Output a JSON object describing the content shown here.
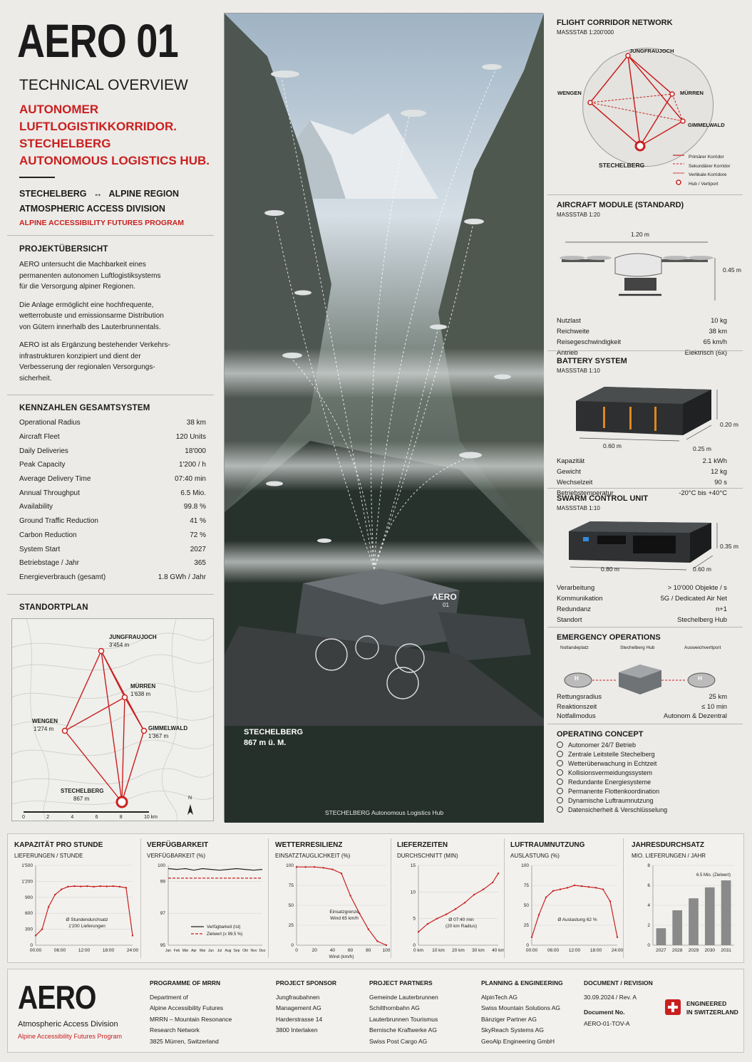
{
  "header": {
    "title": "AERO 01",
    "subtitle": "TECHNICAL OVERVIEW",
    "red_lines": [
      "AUTONOMER",
      "LUFTLOGISTIKKORRIDOR.",
      "STECHELBERG",
      "AUTONOMOUS LOGISTICS HUB."
    ],
    "route_left": "STECHELBERG",
    "route_arrow": "↔",
    "route_right": "ALPINE REGION",
    "division": "ATMOSPHERIC ACCESS DIVISION",
    "program": "ALPINE ACCESSIBILITY FUTURES PROGRAM"
  },
  "overview": {
    "heading": "PROJEKTÜBERSICHT",
    "paragraphs": [
      [
        "AERO untersucht die Machbarkeit eines",
        "permanenten autonomen Luftlogistiksystems",
        "für die Versorgung alpiner Regionen."
      ],
      [
        "Die Anlage ermöglicht eine hochfrequente,",
        "wetterrobuste und emissionsarme Distribution",
        "von Gütern innerhalb des Lauterbrunnentals."
      ],
      [
        "AERO ist als Ergänzung bestehender Verkehrs-",
        "infrastrukturen konzipiert und dient der",
        "Verbesserung der regionalen Versorgungs-",
        "sicherheit."
      ]
    ]
  },
  "kpis": {
    "heading": "KENNZAHLEN GESAMTSYSTEM",
    "rows": [
      {
        "label": "Operational Radius",
        "value": "38 km"
      },
      {
        "label": "Aircraft Fleet",
        "value": "120 Units"
      },
      {
        "label": "Daily Deliveries",
        "value": "18'000"
      },
      {
        "label": "Peak Capacity",
        "value": "1'200 / h"
      },
      {
        "label": "Average Delivery Time",
        "value": "07:40 min"
      },
      {
        "label": "Annual Throughput",
        "value": "6.5 Mio."
      },
      {
        "label": "Availability",
        "value": "99.8 %"
      },
      {
        "label": "Ground Traffic Reduction",
        "value": "41 %"
      },
      {
        "label": "Carbon Reduction",
        "value": "72 %"
      },
      {
        "label": "System Start",
        "value": "2027"
      },
      {
        "label": "Betriebstage / Jahr",
        "value": "365"
      },
      {
        "label": "Energieverbrauch (gesamt)",
        "value": "1.8 GWh / Jahr"
      }
    ]
  },
  "site_plan": {
    "heading": "STANDORTPLAN",
    "places": [
      {
        "name": "JUNGFRAUJOCH",
        "alt": "3'454 m"
      },
      {
        "name": "MÜRREN",
        "alt": "1'638 m"
      },
      {
        "name": "WENGEN",
        "alt": "1'274 m"
      },
      {
        "name": "GIMMELWALD",
        "alt": "1'367 m"
      },
      {
        "name": "STECHELBERG",
        "alt": "867 m"
      }
    ],
    "scale_ticks": [
      "0",
      "2",
      "4",
      "6",
      "8",
      "10 km"
    ],
    "north": "N"
  },
  "photo": {
    "hub_sign_1": "AERO",
    "hub_sign_2": "01",
    "location": "STECHELBERG",
    "elevation": "867 m ü. M.",
    "caption": "STECHELBERG Autonomous Logistics Hub"
  },
  "corridor": {
    "heading": "FLIGHT CORRIDOR NETWORK",
    "scale": "MASSSTAB 1:200'000",
    "nodes": [
      "JUNGFRAUJOCH",
      "WENGEN",
      "MÜRREN",
      "GIMMELWALD",
      "STECHELBERG"
    ],
    "legend": [
      "Primärer Korridor",
      "Sekundärer Korridor",
      "Vertikale Korridore",
      "Hub / Vertiport"
    ]
  },
  "aircraft": {
    "heading": "AIRCRAFT MODULE (STANDARD)",
    "scale": "MASSSTAB 1:20",
    "width_dim": "1.20 m",
    "height_dim": "0.45 m",
    "rows": [
      {
        "label": "Nutzlast",
        "value": "10 kg"
      },
      {
        "label": "Reichweite",
        "value": "38 km"
      },
      {
        "label": "Reisegeschwindigkeit",
        "value": "65 km/h"
      },
      {
        "label": "Antrieb",
        "value": "Elektrisch (6x)"
      }
    ]
  },
  "battery": {
    "heading": "BATTERY SYSTEM",
    "scale": "MASSSTAB 1:10",
    "dim_len": "0.60 m",
    "dim_depth": "0.25 m",
    "dim_h": "0.20 m",
    "rows": [
      {
        "label": "Kapazität",
        "value": "2.1 kWh"
      },
      {
        "label": "Gewicht",
        "value": "12 kg"
      },
      {
        "label": "Wechselzeit",
        "value": "90 s"
      },
      {
        "label": "Betriebstemperatur",
        "value": "-20°C bis +40°C"
      }
    ]
  },
  "swarm": {
    "heading": "SWARM CONTROL UNIT",
    "scale": "MASSSTAB 1:10",
    "dim_len": "0.80 m",
    "dim_depth": "0.60 m",
    "dim_h": "0.35 m",
    "rows": [
      {
        "label": "Verarbeitung",
        "value": "> 10'000 Objekte / s"
      },
      {
        "label": "Kommunikation",
        "value": "5G / Dedicated Air Net"
      },
      {
        "label": "Redundanz",
        "value": "n+1"
      },
      {
        "label": "Standort",
        "value": "Stechelberg Hub"
      }
    ]
  },
  "emergency": {
    "heading": "EMERGENCY OPERATIONS",
    "labels": [
      "Notlandeplatz",
      "Stechelberg Hub",
      "Ausweichvertiport"
    ],
    "pad_letter": "H",
    "rows": [
      {
        "label": "Rettungsradius",
        "value": "25 km"
      },
      {
        "label": "Reaktionszeit",
        "value": "≤ 10 min"
      },
      {
        "label": "Notfallmodus",
        "value": "Autonom & Dezentral"
      }
    ]
  },
  "concept": {
    "heading": "OPERATING CONCEPT",
    "items": [
      "Autonomer 24/7 Betrieb",
      "Zentrale Leitstelle Stechelberg",
      "Wetterüberwachung in Echtzeit",
      "Kollisionsvermeidungssystem",
      "Redundante Energiesysteme",
      "Permanente Flottenkoordination",
      "Dynamische Luftraumnutzung",
      "Datensicherheit & Verschlüsselung"
    ]
  },
  "chart_data": [
    {
      "type": "line",
      "title": "KAPAZITÄT PRO STUNDE",
      "subtitle": "LIEFERUNGEN / STUNDE",
      "x": [
        "00:00",
        "01:00",
        "02:00",
        "03:00",
        "04:00",
        "06:00",
        "08:00",
        "10:00",
        "12:00",
        "14:00",
        "16:00",
        "18:00",
        "20:00",
        "22:00",
        "23:00",
        "24:00"
      ],
      "x_ticks": [
        "00:00",
        "06:00",
        "12:00",
        "18:00",
        "24:00"
      ],
      "values": [
        180,
        300,
        720,
        950,
        1050,
        1100,
        1110,
        1105,
        1110,
        1100,
        1110,
        1105,
        1110,
        1100,
        1080,
        180
      ],
      "ylim": [
        0,
        1500
      ],
      "y_ticks": [
        "0",
        "300",
        "600",
        "900",
        "1'200",
        "1'500"
      ],
      "annotation": [
        "Ø Stundendurchsatz",
        "1'200 Lieferungen"
      ],
      "color": "#c8201f"
    },
    {
      "type": "line",
      "title": "VERFÜGBARKEIT",
      "subtitle": "VERFÜGBARKEIT (%)",
      "x": [
        "Jan",
        "Feb",
        "Mär",
        "Apr",
        "Mai",
        "Jun",
        "Jul",
        "Aug",
        "Sep",
        "Okt",
        "Nov",
        "Dez"
      ],
      "series": [
        {
          "name": "Verfügbarkeit (Ist)",
          "values": [
            99.8,
            99.75,
            99.8,
            99.7,
            99.8,
            99.75,
            99.7,
            99.75,
            99.8,
            99.75,
            99.7,
            99.75
          ],
          "color": "#222222"
        },
        {
          "name": "Zielwert (≥ 99.5 %)",
          "values": [
            99.2,
            99.2,
            99.2,
            99.2,
            99.2,
            99.2,
            99.2,
            99.2,
            99.2,
            99.2,
            99.2,
            99.2
          ],
          "color": "#c8201f",
          "dashed": true
        }
      ],
      "ylim": [
        95,
        100
      ],
      "y_ticks": [
        "95",
        "97",
        "99",
        "100"
      ]
    },
    {
      "type": "line",
      "title": "WETTERRESILIENZ",
      "subtitle": "EINSATZTAUGLICHKEIT (%)",
      "xlabel": "Wind (km/h)",
      "x": [
        0,
        10,
        20,
        30,
        40,
        50,
        60,
        70,
        80,
        90,
        100
      ],
      "values": [
        98,
        98,
        98,
        97,
        95,
        90,
        62,
        40,
        20,
        5,
        0
      ],
      "xlim": [
        0,
        100
      ],
      "ylim": [
        0,
        100
      ],
      "x_ticks": [
        "0",
        "20",
        "40",
        "60",
        "80",
        "100"
      ],
      "y_ticks": [
        "0",
        "25",
        "50",
        "75",
        "100"
      ],
      "annotation": [
        "Einsatzgrenze",
        "Wind 65 km/h"
      ],
      "color": "#c8201f"
    },
    {
      "type": "line",
      "title": "LIEFERZEITEN",
      "subtitle": "DURCHSCHNITT (MIN)",
      "x": [
        0,
        5,
        10,
        15,
        20,
        25,
        30,
        35,
        40,
        43
      ],
      "values": [
        2.5,
        4,
        5,
        5.8,
        6.8,
        8,
        9.5,
        10.5,
        11.8,
        13.5
      ],
      "xlim": [
        0,
        43
      ],
      "ylim": [
        0,
        15
      ],
      "x_ticks": [
        "0 km",
        "10 km",
        "20 km",
        "30 km",
        "40 km"
      ],
      "y_ticks": [
        "0",
        "5",
        "10",
        "15"
      ],
      "annotation": [
        "Ø 07:40 min",
        "(20 km Radius)"
      ],
      "color": "#c8201f"
    },
    {
      "type": "line",
      "title": "LUFTRAUMNUTZUNG",
      "subtitle": "AUSLASTUNG (%)",
      "x": [
        "00:00",
        "02:00",
        "04:00",
        "06:00",
        "08:00",
        "10:00",
        "12:00",
        "14:00",
        "16:00",
        "18:00",
        "20:00",
        "22:00",
        "24:00"
      ],
      "x_ticks": [
        "00:00",
        "06:00",
        "12:00",
        "18:00",
        "24:00"
      ],
      "values": [
        10,
        38,
        60,
        68,
        70,
        72,
        75,
        74,
        73,
        72,
        70,
        55,
        10
      ],
      "ylim": [
        0,
        100
      ],
      "y_ticks": [
        "0",
        "25",
        "50",
        "75",
        "100"
      ],
      "annotation": [
        "Ø Auslastung 62 %"
      ],
      "color": "#c8201f"
    },
    {
      "type": "bar",
      "title": "JAHRESDURCHSATZ",
      "subtitle": "MIO. LIEFERUNGEN / JAHR",
      "categories": [
        "2027",
        "2028",
        "2029",
        "2030",
        "2031"
      ],
      "values": [
        1.7,
        3.5,
        4.7,
        5.8,
        6.5
      ],
      "ylim": [
        0,
        8
      ],
      "y_ticks": [
        "0",
        "2",
        "4",
        "6",
        "8"
      ],
      "annotation": [
        "6.5 Mio. (Zielwert)"
      ],
      "color": "#8a8a8a"
    }
  ],
  "footer": {
    "logo": "AERO",
    "logo_sub": "Atmospheric Access Division",
    "logo_program": "Alpine Accessibility Futures Program",
    "programme": {
      "heading": "PROGRAMME OF MRRN",
      "lines": [
        "Department of",
        "Alpine Accessibility Futures",
        "MRRN – Mountain Resonance",
        "Research Network",
        "3825 Mürren, Switzerland"
      ]
    },
    "sponsor": {
      "heading": "PROJECT SPONSOR",
      "lines": [
        "Jungfraubahnen",
        "Management AG",
        "Harderstrasse 14",
        "3800 Interlaken"
      ]
    },
    "partners": {
      "heading": "PROJECT PARTNERS",
      "lines": [
        "Gemeinde Lauterbrunnen",
        "Schilthornbahn AG",
        "Lauterbrunnen Tourismus",
        "Bernische Kraftwerke AG",
        "Swiss Post Cargo AG"
      ]
    },
    "planning": {
      "heading": "PLANNING & ENGINEERING",
      "lines": [
        "AlpinTech AG",
        "Swiss Mountain Solutions AG",
        "Bänziger Partner AG",
        "SkyReach Systems AG",
        "GeoAlp Engineering GmbH"
      ]
    },
    "document": {
      "heading": "DOCUMENT / REVISION",
      "date": "30.09.2024 / Rev. A",
      "no_label": "Document No.",
      "no": "AERO-01-TOV-A"
    },
    "badge": [
      "ENGINEERED",
      "IN SWITZERLAND"
    ]
  },
  "colors": {
    "accent": "#c8201f",
    "text": "#1b1b1b",
    "background": "#ecebe8"
  }
}
